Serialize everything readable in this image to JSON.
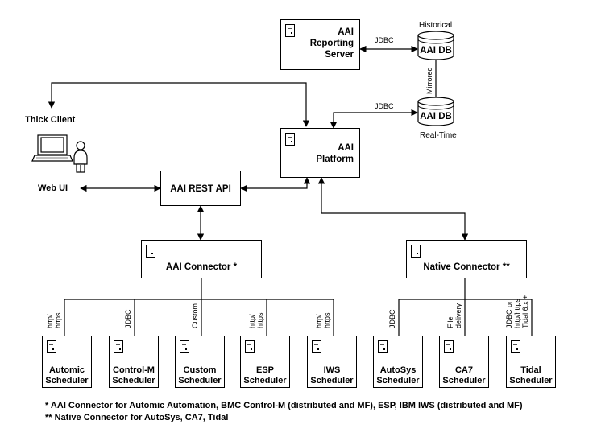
{
  "nodes": {
    "reporting_server": {
      "line1": "AAI",
      "line2": "Reporting",
      "line3": "Server"
    },
    "platform": {
      "line1": "AAI",
      "line2": "Platform"
    },
    "rest_api": "AAI REST API",
    "aai_connector": "AAI Connector *",
    "native_connector": "Native Connector **",
    "thick_client": "Thick Client",
    "web_ui": "Web UI"
  },
  "databases": {
    "historical": {
      "caption": "Historical",
      "label": "AAI DB"
    },
    "realtime": {
      "caption": "Real-Time",
      "label": "AAI DB"
    },
    "mirrored": "Mirrored"
  },
  "edges": {
    "reporting_jdbc": "JDBC",
    "platform_jdbc": "JDBC"
  },
  "schedulers": [
    {
      "line1": "Automic",
      "line2": "Scheduler",
      "protocol": "http/\nhttps"
    },
    {
      "line1": "Control-M",
      "line2": "Scheduler",
      "protocol": "JDBC"
    },
    {
      "line1": "Custom",
      "line2": "Scheduler",
      "protocol": "Custom"
    },
    {
      "line1": "ESP",
      "line2": "Scheduler",
      "protocol": "http/\nhttps"
    },
    {
      "line1": "IWS",
      "line2": "Scheduler",
      "protocol": "http/\nhttps"
    },
    {
      "line1": "AutoSys",
      "line2": "Scheduler",
      "protocol": "JDBC"
    },
    {
      "line1": "CA7",
      "line2": "Scheduler",
      "protocol": "File\ndelivery"
    },
    {
      "line1": "Tidal",
      "line2": "Scheduler",
      "protocol": "JDBC or\nhttp/https\nTidal 6.x +"
    }
  ],
  "footnotes": {
    "note1": "* AAI Connector for Automic Automation, BMC Control-M (distributed and MF), ESP, IBM IWS (distributed and MF)",
    "note2": "** Native Connector for AutoSys, CA7, Tidal"
  }
}
